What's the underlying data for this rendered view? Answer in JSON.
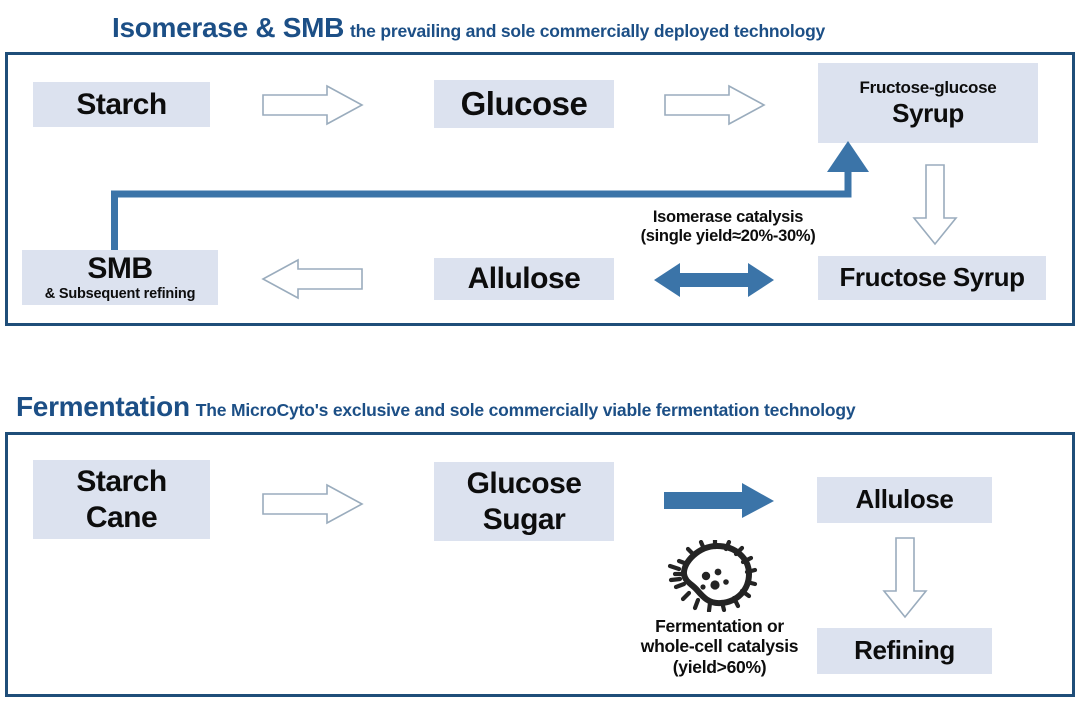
{
  "colors": {
    "panel_border": "#1f4e79",
    "heading_text": "#1c4f86",
    "node_fill": "#dce2ef",
    "accent_blue": "#3b74a8",
    "hollow_stroke": "#9aacbd",
    "body_text": "#0d0d0d",
    "background": "#ffffff"
  },
  "sections": [
    {
      "heading_main": "Isomerase & SMB",
      "heading_sub": "the prevailing and sole commercially deployed technology",
      "nodes": {
        "starch": "Starch",
        "glucose": "Glucose",
        "fructose_glucose_small": "Fructose-glucose",
        "fructose_glucose_big": "Syrup",
        "smb_big": "SMB",
        "smb_small": "& Subsequent  refining",
        "allulose": "Allulose",
        "fructose_syrup": "Fructose Syrup"
      },
      "captions": {
        "isomerase": "Isomerase catalysis\n(single yield≈20%-30%)"
      },
      "arrows": [
        {
          "name": "starch-to-glucose",
          "style": "hollow",
          "direction": "right"
        },
        {
          "name": "glucose-to-fructose-glucose-syrup",
          "style": "hollow",
          "direction": "right"
        },
        {
          "name": "fructose-glucose-syrup-to-fructose-syrup",
          "style": "hollow",
          "direction": "down"
        },
        {
          "name": "allulose-to-smb",
          "style": "hollow",
          "direction": "left"
        },
        {
          "name": "allulose-fructose-syrup-equilibrium",
          "style": "solid",
          "direction": "double-horizontal"
        },
        {
          "name": "smb-recycle-to-fructose-glucose-syrup",
          "style": "elbow",
          "direction": "up"
        }
      ]
    },
    {
      "heading_main": "Fermentation",
      "heading_sub": "The MicroCyto's exclusive and sole commercially viable fermentation technology",
      "nodes": {
        "starch_line1": "Starch",
        "starch_line2": "Cane",
        "glucose_line1": "Glucose",
        "glucose_line2": "Sugar",
        "allulose": "Allulose",
        "refining": "Refining"
      },
      "captions": {
        "fermentation": "Fermentation or\nwhole-cell catalysis\n(yield>60%)"
      },
      "arrows": [
        {
          "name": "starch-cane-to-glucose-sugar",
          "style": "hollow",
          "direction": "right"
        },
        {
          "name": "glucose-sugar-to-allulose",
          "style": "solid",
          "direction": "right"
        },
        {
          "name": "allulose-to-refining",
          "style": "hollow",
          "direction": "down"
        }
      ],
      "icons": [
        {
          "name": "microbe-icon",
          "label": "bacteria"
        }
      ]
    }
  ]
}
